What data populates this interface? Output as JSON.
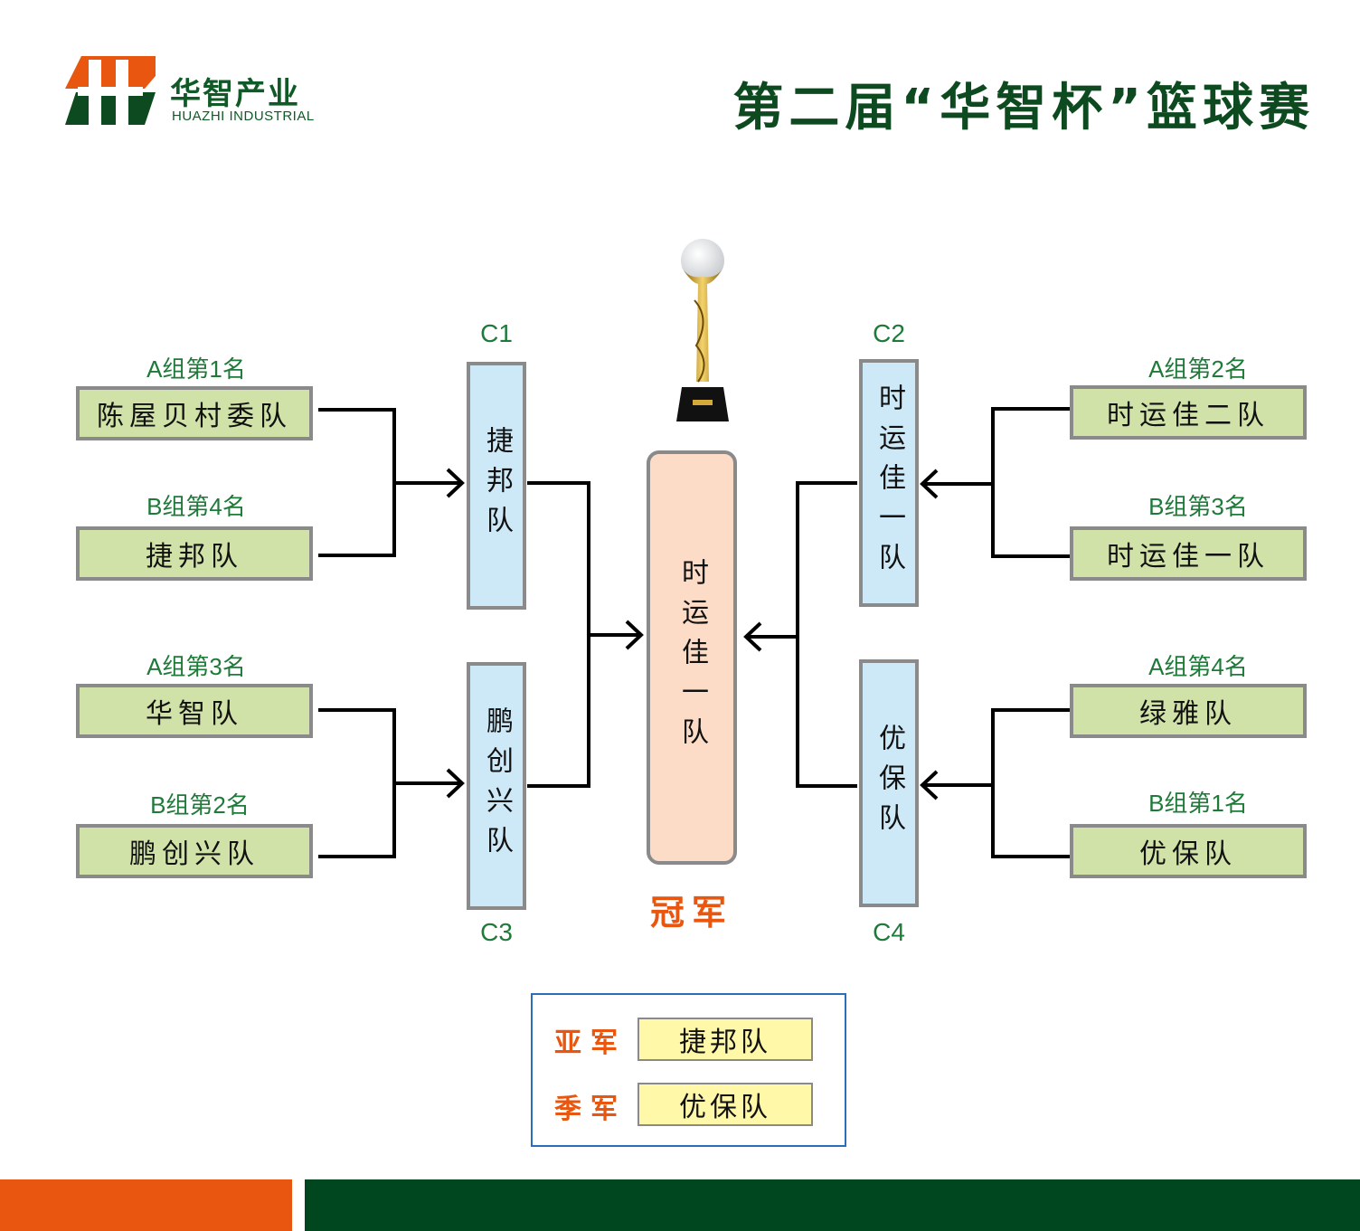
{
  "header": {
    "logo_cn": "华智产业",
    "logo_en": "HUAZHI INDUSTRIAL",
    "title": "第二届“华智杯”篮球赛"
  },
  "colors": {
    "brand_green": "#0d4a1f",
    "brand_orange": "#e8560f",
    "team_box": "#d0e2a8",
    "semi_box": "#cde9f8",
    "final_box": "#fcdcc6",
    "podium_box": "#fff8a8",
    "label_green": "#1f7a3a"
  },
  "bracket": {
    "left": {
      "top_pair": {
        "teams": [
          {
            "seed": "A组第1名",
            "name": "陈屋贝村委队"
          },
          {
            "seed": "B组第4名",
            "name": "捷邦队"
          }
        ],
        "winner_slot": "C1",
        "winner": "捷邦队"
      },
      "bottom_pair": {
        "teams": [
          {
            "seed": "A组第3名",
            "name": "华智队"
          },
          {
            "seed": "B组第2名",
            "name": "鹏创兴队"
          }
        ],
        "winner_slot": "C3",
        "winner": "鹏创兴队"
      }
    },
    "right": {
      "top_pair": {
        "teams": [
          {
            "seed": "A组第2名",
            "name": "时运佳二队"
          },
          {
            "seed": "B组第3名",
            "name": "时运佳一队"
          }
        ],
        "winner_slot": "C2",
        "winner": "时运佳一队"
      },
      "bottom_pair": {
        "teams": [
          {
            "seed": "A组第4名",
            "name": "绿雅队"
          },
          {
            "seed": "B组第1名",
            "name": "优保队"
          }
        ],
        "winner_slot": "C4",
        "winner": "优保队"
      }
    },
    "final": {
      "champion": "时运佳一队",
      "label": "冠军",
      "trophy_icon": "trophy-basketball"
    }
  },
  "podium": {
    "runner_up": {
      "label": "亚军",
      "team": "捷邦队"
    },
    "third": {
      "label": "季军",
      "team": "优保队"
    }
  }
}
